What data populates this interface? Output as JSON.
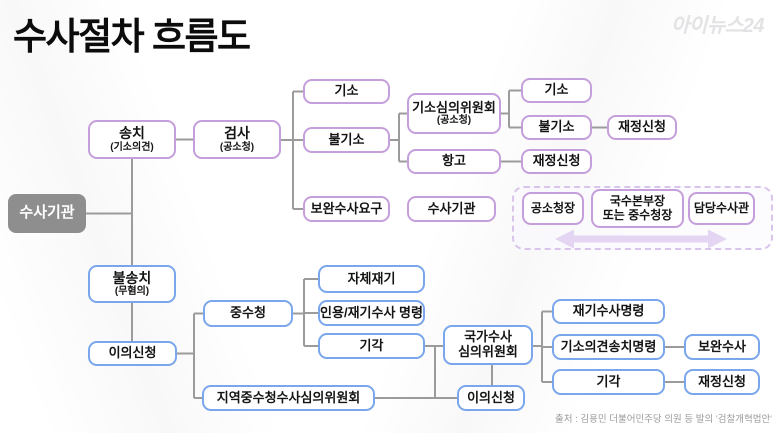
{
  "header": {
    "title": "수사절차 흐름도",
    "logo": "아이뉴스24"
  },
  "footer": {
    "source": "출처 : 김용민 더불어민주당 의원 등 발의 '검찰개혁법안'"
  },
  "colors": {
    "purple_border": "#c49fdb",
    "blue_border": "#7aa6ec",
    "gray_fill": "#8e8e8e",
    "connector": "#9b9b9b",
    "arrow": "#cbaee4"
  },
  "nodes": {
    "susagigwan_main": {
      "label": "수사기관"
    },
    "songchi": {
      "label": "송치",
      "sub": "(기소의견)"
    },
    "geomsa": {
      "label": "검사",
      "sub": "(공소청)"
    },
    "giso_top": {
      "label": "기소"
    },
    "bulgiso_top": {
      "label": "불기소"
    },
    "bowansusa_yogu": {
      "label": "보완수사요구"
    },
    "susagigwan_return": {
      "label": "수사기관"
    },
    "giso_simui": {
      "label": "기소심의위원회",
      "sub": "(공소청)"
    },
    "hanggo": {
      "label": "항고"
    },
    "giso_right": {
      "label": "기소"
    },
    "bulgiso_right": {
      "label": "불기소"
    },
    "jaejeong_1": {
      "label": "재정신청"
    },
    "jaejeong_2": {
      "label": "재정신청"
    },
    "gongsochengjang": {
      "label": "공소청장"
    },
    "guksubonbujang": {
      "label": "국수본부장",
      "label2": "또는 중수청장"
    },
    "damdang": {
      "label": "담당수사관"
    },
    "bulsongchi": {
      "label": "불송치",
      "sub": "(무혐의)"
    },
    "uiui_1": {
      "label": "이의신청"
    },
    "jungsucheong": {
      "label": "중수청"
    },
    "jachejaegi": {
      "label": "자체재기"
    },
    "inyong": {
      "label": "인용/재기수사 명령"
    },
    "gigak_mid": {
      "label": "기각"
    },
    "guksasimui": {
      "label": "국가수사",
      "label2": "심의위원회"
    },
    "jiyeok": {
      "label": "지역중수청수사심의위원회"
    },
    "uiui_2": {
      "label": "이의신청"
    },
    "jaegisusa": {
      "label": "재기수사명령"
    },
    "gisouigyeon": {
      "label": "기소의견송치명령"
    },
    "bowansusa": {
      "label": "보완수사"
    },
    "gigak_bottom": {
      "label": "기각"
    },
    "jaejeong_3": {
      "label": "재정신청"
    }
  }
}
